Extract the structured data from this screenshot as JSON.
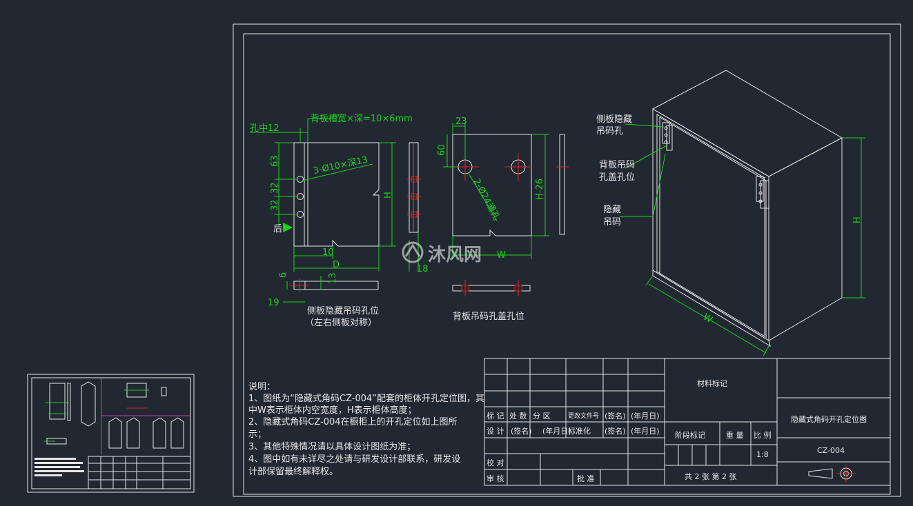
{
  "side_panel": {
    "dim_hole_center": "孔中12",
    "dim_back_groove": "背板槽宽×深=10×6mm",
    "dim_hole_spec": "3-Ø10×深13",
    "dim_63": "63",
    "dim_32_a": "32",
    "dim_32_b": "32",
    "back_label": "后",
    "dim_h": "H",
    "dim_10": "10",
    "dim_d": "D",
    "dim_18": "18",
    "dim_6": "6",
    "dim_19": "19",
    "dim_13": "13"
  },
  "back_panel": {
    "dim_23": "23",
    "dim_60": "60",
    "dim_holes": "2-Ø24通孔",
    "dim_h26": "H-26",
    "dim_w": "W"
  },
  "captions": {
    "side_panel": "侧板隐藏吊码孔位",
    "side_panel_note": "（左右侧板对称）",
    "back_panel": "背板吊码孔盖孔位"
  },
  "watermark": {
    "text": "沐风网"
  },
  "cabinet": {
    "label_side_hole_1": "侧板隐藏",
    "label_side_hole_2": "吊码孔",
    "label_back_cover_1": "背板吊码",
    "label_back_cover_2": "孔盖孔位",
    "label_hidden_1": "隐藏",
    "label_hidden_2": "吊码",
    "dim_h": "H",
    "dim_w": "W"
  },
  "notes": {
    "title": "说明：",
    "lines": [
      "1、图纸为“隐藏式角码CZ-004”配套的柜体开孔定位图，其",
      "中W表示柜体内空宽度，H表示柜体高度；",
      "2、隐藏式角码CZ-004在橱柜上的开孔定位如上图所",
      "示；",
      "3、其他特殊情况请以具体设计图纸为准；",
      "4、图中如有未详尽之处请与研发设计部联系，研发设",
      "计部保留最终解释权。"
    ]
  },
  "title_block": {
    "mark": "标 记",
    "count": "处 数",
    "zone": "分 区",
    "change_doc": "更改文件号",
    "sign": "(签名)",
    "date": "(年月日)",
    "design": "设 计",
    "standardize": "标准化",
    "check": "校 对",
    "review": "审 核",
    "approve": "批 准",
    "material_mark": "材料标记",
    "stage_mark": "阶段标记",
    "weight": "重 量",
    "scale_label": "比 例",
    "scale_value": "1:8",
    "sheet_count": "共 2 张    第 2 张",
    "drawing_name": "隐藏式角码开孔定位图",
    "drawing_code": "CZ-004"
  }
}
